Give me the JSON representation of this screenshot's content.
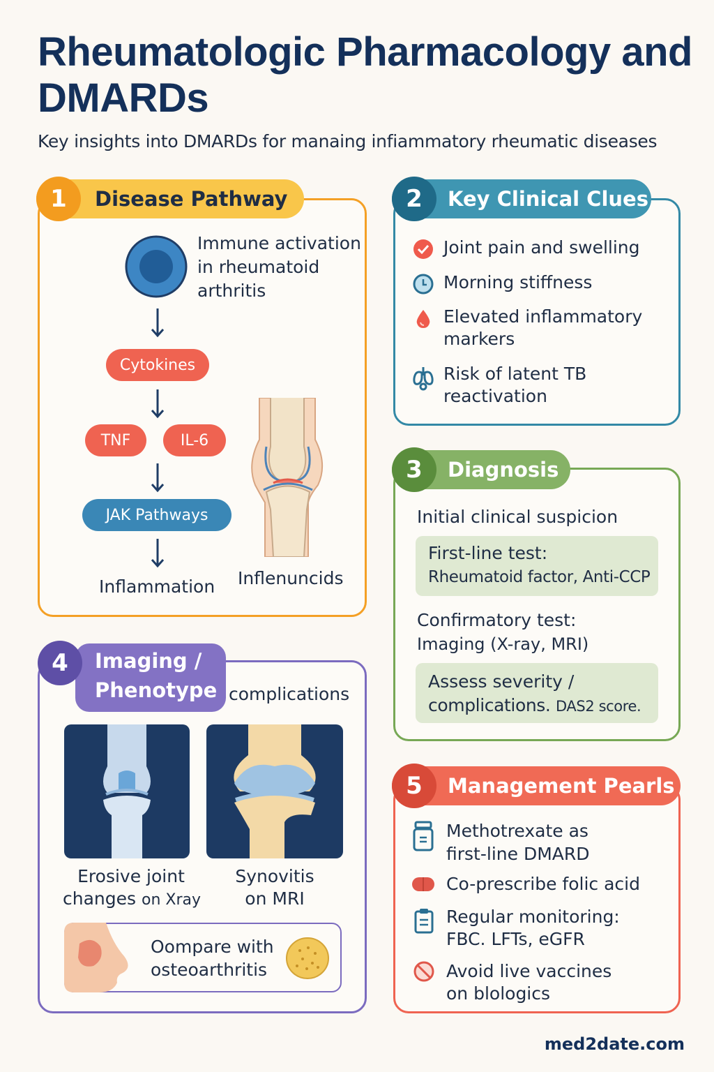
{
  "title": "Rheumatologic Pharmacology and DMARDs",
  "subtitle": "Key insights into DMARDs for manaing infiammatory rheumatic diseases",
  "colors": {
    "orange": "#f4a025",
    "teal": "#3389a6",
    "green": "#77a855",
    "purple": "#7b6bbf",
    "coral": "#ef6351",
    "navy": "#14305a"
  },
  "panel1": {
    "number": "1",
    "title": "Disease Pathway",
    "cell_text": "Immune activation in rheumatoid arthritis",
    "cytokines": "Cytokines",
    "tnf": "TNF",
    "il6": "IL-6",
    "jak": "JAK Pathways",
    "inflammation": "Inflammation",
    "joint_label": "Inflenuncids"
  },
  "panel2": {
    "number": "2",
    "title": "Key Clinical Clues",
    "items": [
      {
        "icon": "check-icon",
        "text": "Joint pain and swelling"
      },
      {
        "icon": "clock-icon",
        "text": "Morning stiffness"
      },
      {
        "icon": "drop-icon",
        "text": "Elevated inflammatory markers"
      },
      {
        "icon": "lungs-icon",
        "text": "Risk of latent TB reactivation"
      }
    ]
  },
  "panel3": {
    "number": "3",
    "title": "Diagnosis",
    "initial": "Initial clinical suspicion",
    "first_line_head": "First-line test:",
    "first_line_body": "Rheumatoid factor, Anti-CCP",
    "confirm_head": "Confirmatory test:",
    "confirm_body": "Imaging (X-ray, MRI)",
    "assess_line1": "Assess severity /",
    "assess_line2a": "complications.",
    "assess_line2b": "DAS2 score."
  },
  "panel4": {
    "number": "4",
    "title_line1": "Imaging /",
    "title_line2": "Phenotype",
    "aside": "complications",
    "xray_caption_1": "Erosive joint",
    "xray_caption_2a": "changes",
    "xray_caption_2b": "on Xray",
    "mri_caption_1": "Synovitis",
    "mri_caption_2": "on MRI",
    "compare_text": "Oompare with osteoarthritis"
  },
  "panel5": {
    "number": "5",
    "title": "Management Pearls",
    "items": [
      {
        "icon": "pill-bottle-icon",
        "text": "Methotrexate as first-line DMARD"
      },
      {
        "icon": "capsule-icon",
        "text": "Co-prescribe folic acid"
      },
      {
        "icon": "clipboard-icon",
        "text": "Regular monitoring: FBC. LFTs, eGFR"
      },
      {
        "icon": "no-entry-icon",
        "text": "Avoid live vaccines on blologics"
      }
    ]
  },
  "footer": {
    "site": "med2date.com"
  }
}
